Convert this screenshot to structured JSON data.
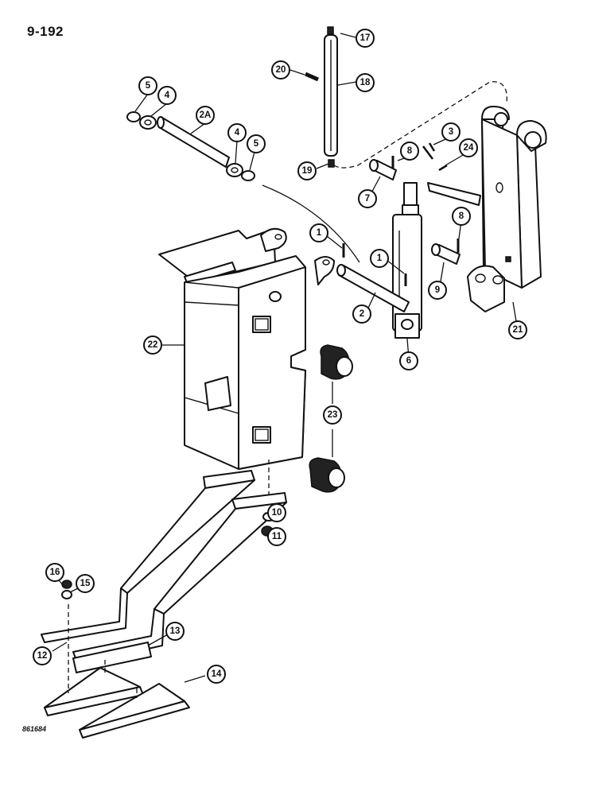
{
  "page": {
    "number": "9-192",
    "figure_code": "861684"
  },
  "callouts": [
    {
      "id": "c1a",
      "text": "1"
    },
    {
      "id": "c1b",
      "text": "1"
    },
    {
      "id": "c2",
      "text": "2"
    },
    {
      "id": "c2a",
      "text": "2A"
    },
    {
      "id": "c3",
      "text": "3"
    },
    {
      "id": "c4a",
      "text": "4"
    },
    {
      "id": "c4b",
      "text": "4"
    },
    {
      "id": "c5a",
      "text": "5"
    },
    {
      "id": "c5b",
      "text": "5"
    },
    {
      "id": "c6",
      "text": "6"
    },
    {
      "id": "c7",
      "text": "7"
    },
    {
      "id": "c8a",
      "text": "8"
    },
    {
      "id": "c8b",
      "text": "8"
    },
    {
      "id": "c9",
      "text": "9"
    },
    {
      "id": "c10",
      "text": "10"
    },
    {
      "id": "c11",
      "text": "11"
    },
    {
      "id": "c12",
      "text": "12"
    },
    {
      "id": "c13",
      "text": "13"
    },
    {
      "id": "c14",
      "text": "14"
    },
    {
      "id": "c15",
      "text": "15"
    },
    {
      "id": "c16",
      "text": "16"
    },
    {
      "id": "c17",
      "text": "17"
    },
    {
      "id": "c18",
      "text": "18"
    },
    {
      "id": "c19",
      "text": "19"
    },
    {
      "id": "c20",
      "text": "20"
    },
    {
      "id": "c21",
      "text": "21"
    },
    {
      "id": "c22",
      "text": "22"
    },
    {
      "id": "c23",
      "text": "23"
    },
    {
      "id": "c24",
      "text": "24"
    }
  ]
}
